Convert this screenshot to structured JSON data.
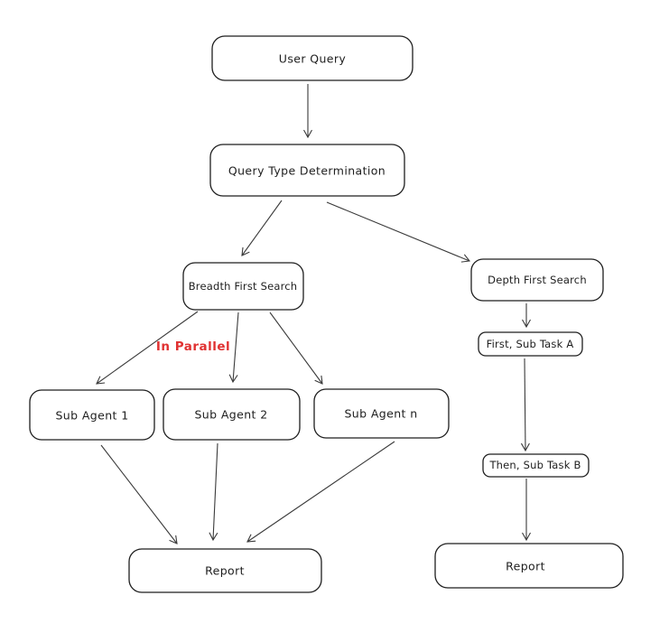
{
  "diagram": {
    "title": "query routing flowchart",
    "colors": {
      "background": "#ffffff",
      "node_stroke": "#1e1e1e",
      "node_fill": "#ffffff",
      "edge_stroke": "#3a3a3a",
      "annotation_red": "#e03131"
    },
    "nodes": {
      "user_query": {
        "label": "User Query"
      },
      "query_type_determination": {
        "label": "Query Type Determination"
      },
      "breadth_first_search": {
        "label": "Breadth First Search"
      },
      "depth_first_search": {
        "label": "Depth First Search"
      },
      "sub_agent_1": {
        "label": "Sub Agent 1"
      },
      "sub_agent_2": {
        "label": "Sub Agent 2"
      },
      "sub_agent_n": {
        "label": "Sub Agent n"
      },
      "first_sub_task_a": {
        "label": "First, Sub Task A"
      },
      "then_sub_task_b": {
        "label": "Then, Sub Task B"
      },
      "report_bfs": {
        "label": "Report"
      },
      "report_dfs": {
        "label": "Report"
      }
    },
    "annotations": {
      "in_parallel": {
        "label": "In Parallel",
        "color": "#e03131"
      }
    },
    "edges": [
      {
        "from": "user_query",
        "to": "query_type_determination"
      },
      {
        "from": "query_type_determination",
        "to": "breadth_first_search"
      },
      {
        "from": "query_type_determination",
        "to": "depth_first_search"
      },
      {
        "from": "breadth_first_search",
        "to": "sub_agent_1"
      },
      {
        "from": "breadth_first_search",
        "to": "sub_agent_2"
      },
      {
        "from": "breadth_first_search",
        "to": "sub_agent_n"
      },
      {
        "from": "sub_agent_1",
        "to": "report_bfs"
      },
      {
        "from": "sub_agent_2",
        "to": "report_bfs"
      },
      {
        "from": "sub_agent_n",
        "to": "report_bfs"
      },
      {
        "from": "depth_first_search",
        "to": "first_sub_task_a"
      },
      {
        "from": "first_sub_task_a",
        "to": "then_sub_task_b"
      },
      {
        "from": "then_sub_task_b",
        "to": "report_dfs"
      }
    ]
  }
}
